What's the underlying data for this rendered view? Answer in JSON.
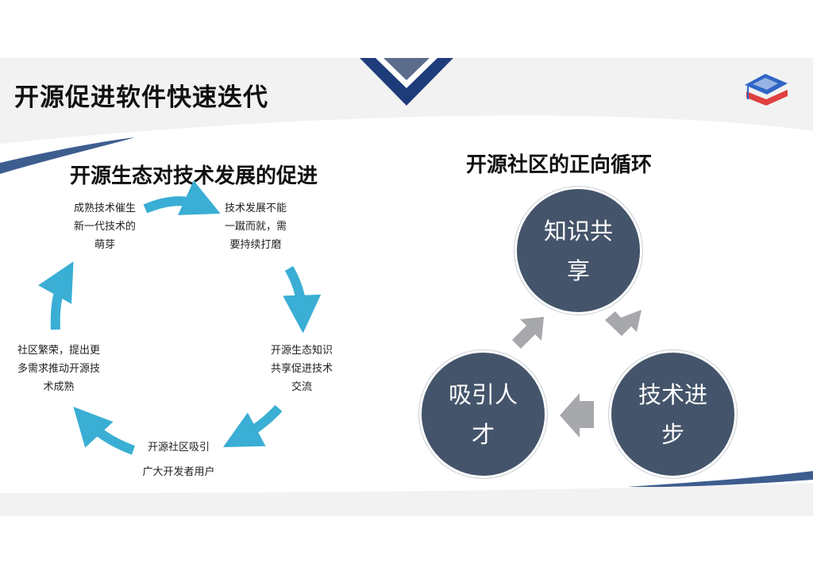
{
  "title": "开源促进软件快速迭代",
  "left_diagram": {
    "subtitle": "开源生态对技术发展的促进",
    "steps": [
      {
        "text": "成熟技术催生\n新一代技术的\n萌芽"
      },
      {
        "text": "技术发展不能\n一蹴而就，需\n要持续打磨"
      },
      {
        "text": "开源生态知识\n共享促进技术\n交流"
      },
      {
        "text": "开源社区吸引\n广大开发者用户"
      },
      {
        "text": "社区繁荣，提出更\n多需求推动开源技\n术成熟"
      }
    ],
    "arrow_color": "#3aaed4"
  },
  "right_diagram": {
    "subtitle": "开源社区的正向循环",
    "nodes": [
      {
        "text": "知识共\n享"
      },
      {
        "text": "技术进\n步"
      },
      {
        "text": "吸引人\n才"
      }
    ],
    "node_color": "#44546a",
    "arrow_color": "#a6a8ab"
  },
  "colors": {
    "accent_navy": "#1f3c7a",
    "accent_blue": "#4a6fa5"
  }
}
